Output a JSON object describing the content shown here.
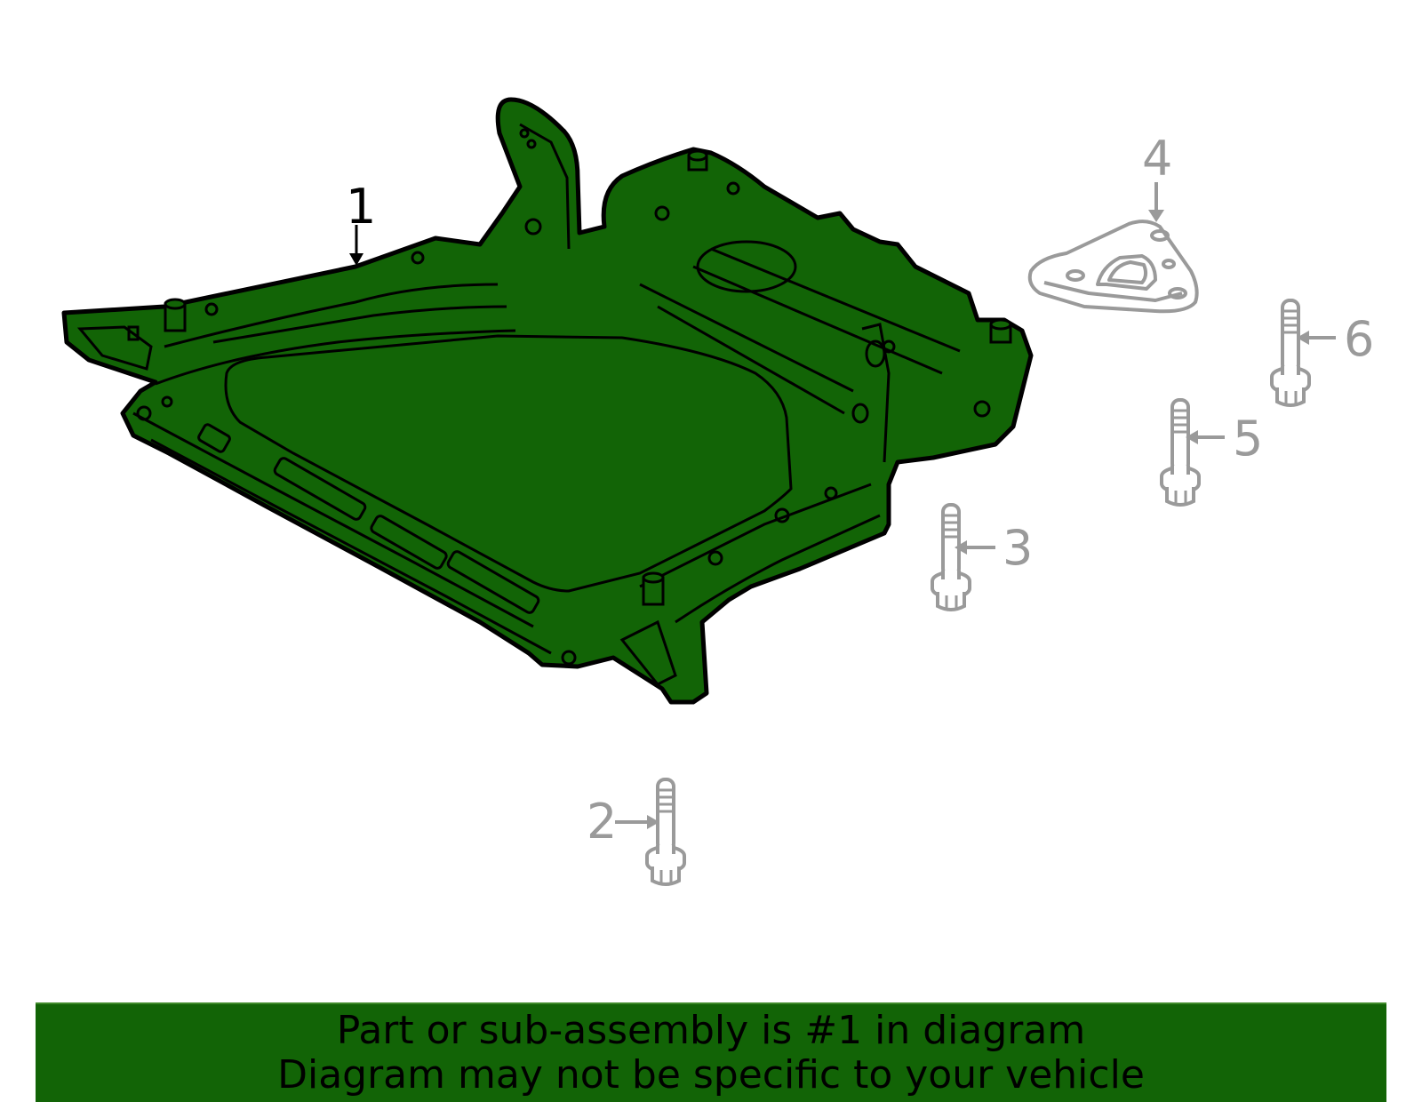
{
  "diagram": {
    "subject": "Front suspension crossmember / subframe assembly",
    "highlight_color": "#126406",
    "outline_color": "#000000",
    "secondary_part_color": "#9a9a9a",
    "callouts": [
      {
        "number": "1",
        "part": "crossmember-assembly",
        "highlighted": true
      },
      {
        "number": "2",
        "part": "bolt",
        "highlighted": false
      },
      {
        "number": "3",
        "part": "bolt",
        "highlighted": false
      },
      {
        "number": "4",
        "part": "reinforcement-bracket",
        "highlighted": false
      },
      {
        "number": "5",
        "part": "bolt",
        "highlighted": false
      },
      {
        "number": "6",
        "part": "bolt",
        "highlighted": false
      }
    ]
  },
  "banner": {
    "line1": "Part or sub-assembly is #1 in diagram",
    "line2": "Diagram may not be specific to your vehicle",
    "background": "#126406"
  }
}
